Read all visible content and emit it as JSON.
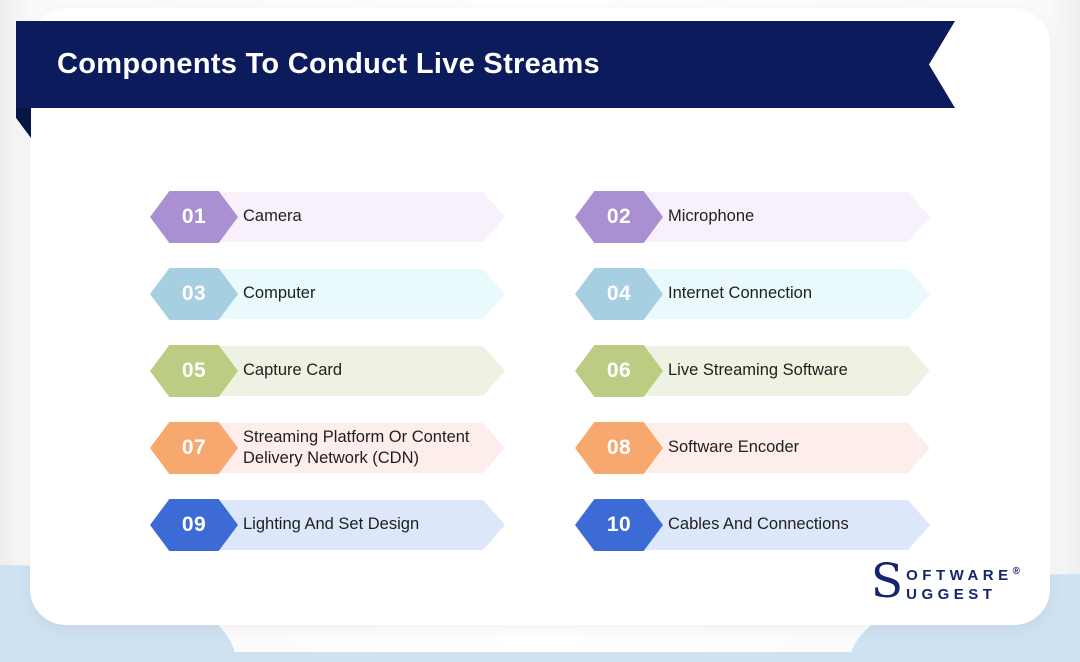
{
  "page": {
    "title": "Components To Conduct Live Streams"
  },
  "colors": {
    "banner": "#0c1b5c",
    "banner_fold": "#081544",
    "decor_blue": "#cfe2f2",
    "card": "#ffffff",
    "label_text": "#1f1f1f",
    "number_text": "#ffffff",
    "logo_navy": "#16246b"
  },
  "items": [
    {
      "number": "01",
      "label": "Camera",
      "badge_color": "#a890d2",
      "bar_color": "#f8f0fb"
    },
    {
      "number": "02",
      "label": "Microphone",
      "badge_color": "#a890d2",
      "bar_color": "#f8f0fb"
    },
    {
      "number": "03",
      "label": "Computer",
      "badge_color": "#a6cfe2",
      "bar_color": "#e9f9fc"
    },
    {
      "number": "04",
      "label": "Internet Connection",
      "badge_color": "#a6cfe2",
      "bar_color": "#e9f9fc"
    },
    {
      "number": "05",
      "label": "Capture Card",
      "badge_color": "#bccc82",
      "bar_color": "#eef2e3"
    },
    {
      "number": "06",
      "label": "Live Streaming Software",
      "badge_color": "#bccc82",
      "bar_color": "#eef2e3"
    },
    {
      "number": "07",
      "label": "Streaming Platform Or Content Delivery Network (CDN)",
      "badge_color": "#f6a86e",
      "bar_color": "#fdeeec"
    },
    {
      "number": "08",
      "label": "Software Encoder",
      "badge_color": "#f6a86e",
      "bar_color": "#fdeeec"
    },
    {
      "number": "09",
      "label": "Lighting And Set Design",
      "badge_color": "#3c6bd6",
      "bar_color": "#dde7fa"
    },
    {
      "number": "10",
      "label": "Cables And Connections",
      "badge_color": "#3c6bd6",
      "bar_color": "#dde7fa"
    }
  ],
  "logo": {
    "big_letter": "S",
    "word_top": "OFTWARE",
    "word_bottom": "UGGEST",
    "reg": "®"
  }
}
